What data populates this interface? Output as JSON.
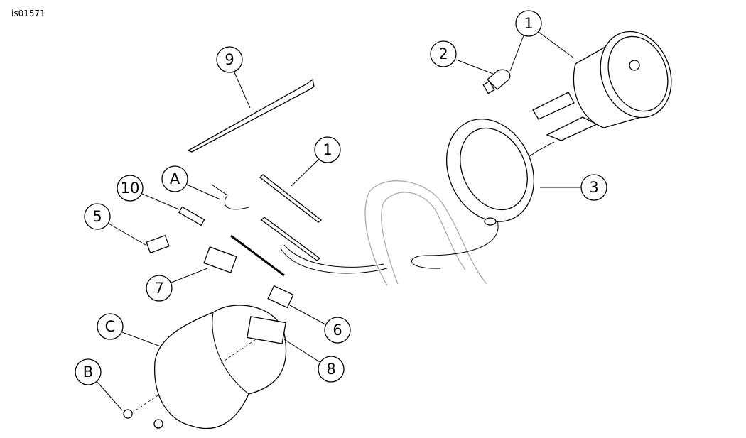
{
  "figure_id": "is01571",
  "callouts": [
    {
      "label": "1"
    },
    {
      "label": "2"
    },
    {
      "label": "9"
    },
    {
      "label": "1"
    },
    {
      "label": "A"
    },
    {
      "label": "10"
    },
    {
      "label": "5"
    },
    {
      "label": "3"
    },
    {
      "label": "7"
    },
    {
      "label": "6"
    },
    {
      "label": "C"
    },
    {
      "label": "8"
    },
    {
      "label": "B"
    }
  ]
}
